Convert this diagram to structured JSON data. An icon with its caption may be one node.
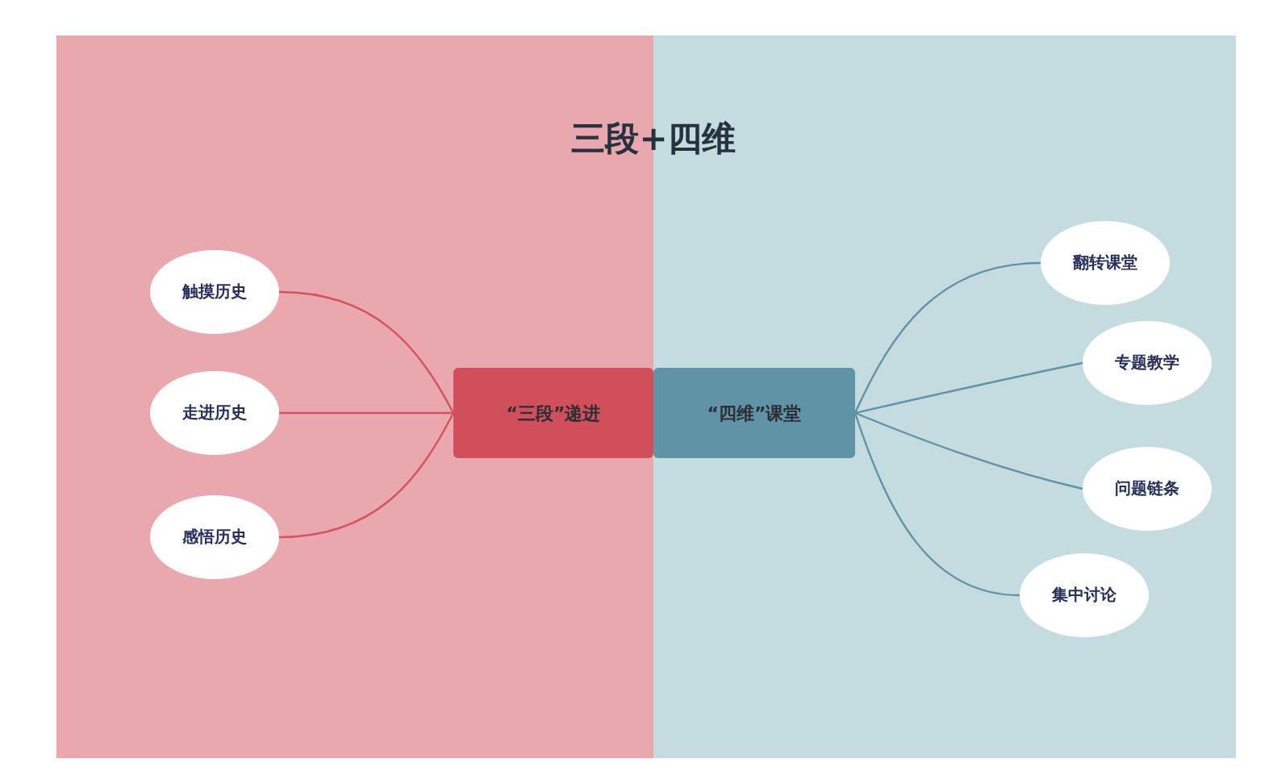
{
  "diagram": {
    "title": "三段+四维",
    "nodes": [
      {
        "text": [
          "“三段”递进"
        ]
      },
      {
        "text": [
          "触摸历史"
        ]
      },
      {
        "text": [
          "走进历史"
        ]
      },
      {
        "text": [
          "感悟历史"
        ]
      },
      {
        "text": [
          "“四维”课堂"
        ]
      },
      {
        "text": [
          "翻转课堂"
        ]
      },
      {
        "text": [
          "专题教学"
        ]
      },
      {
        "text": [
          "问题链条"
        ]
      },
      {
        "text": [
          "集中讨论"
        ]
      }
    ],
    "edges": [
      {
        "from": 0,
        "to": 1,
        "arrow": "none",
        "color": "#d4535f"
      },
      {
        "from": 0,
        "to": 2,
        "arrow": "none",
        "color": "#d4535f"
      },
      {
        "from": 0,
        "to": 3,
        "arrow": "none",
        "color": "#d4535f"
      },
      {
        "from": 4,
        "to": 5,
        "arrow": "none"
      },
      {
        "from": 4,
        "to": 6,
        "arrow": "none"
      },
      {
        "from": 4,
        "to": 7,
        "arrow": "none"
      },
      {
        "from": 4,
        "to": 8,
        "arrow": "none"
      }
    ]
  }
}
